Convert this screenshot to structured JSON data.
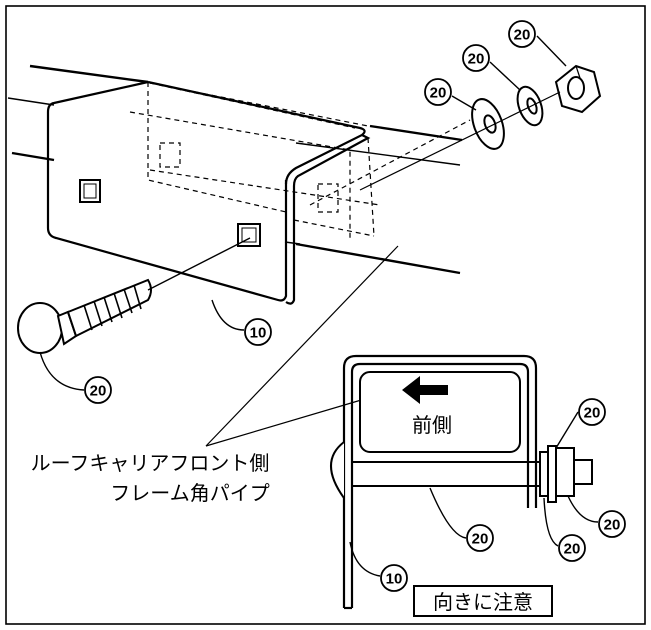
{
  "labels": {
    "pipe_line1": "ルーフキャリアフロント側",
    "pipe_line2": "フレーム角パイプ",
    "front": "前側",
    "direction_note": "向きに注意"
  },
  "callouts": {
    "part_20": "20",
    "part_10": "10"
  },
  "colors": {
    "line": "#000000",
    "background": "#ffffff"
  }
}
